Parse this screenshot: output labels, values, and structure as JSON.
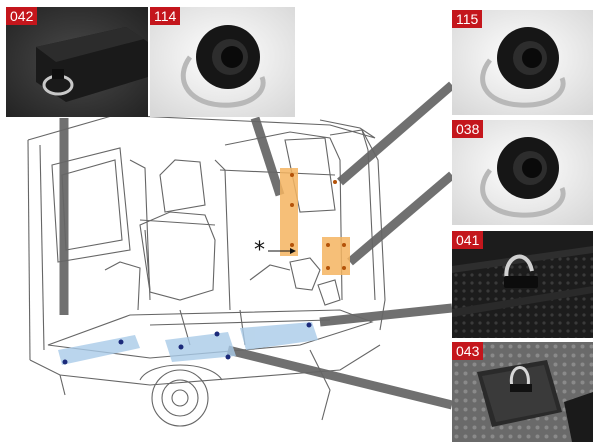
{
  "photos": [
    {
      "id": "p042",
      "label": "042",
      "subject": "tie-down hook in cargo floor"
    },
    {
      "id": "p114",
      "label": "114",
      "subject": "D-ring tie-down anchor"
    },
    {
      "id": "p115",
      "label": "115",
      "subject": "D-ring tie-down anchor"
    },
    {
      "id": "p038",
      "label": "038",
      "subject": "D-ring tie-down anchor"
    },
    {
      "id": "p041",
      "label": "041",
      "subject": "floor tie-down ring"
    },
    {
      "id": "p043",
      "label": "043",
      "subject": "floor tie-down plate"
    }
  ],
  "diagram": {
    "callout_mark": "*"
  },
  "colors": {
    "badge": "#c4161c",
    "highlight_orange": "#f5b561",
    "highlight_blue": "#a9cbe8",
    "anchor_dot": "#1b2a7a",
    "leader_line": "#6e6e6e"
  }
}
